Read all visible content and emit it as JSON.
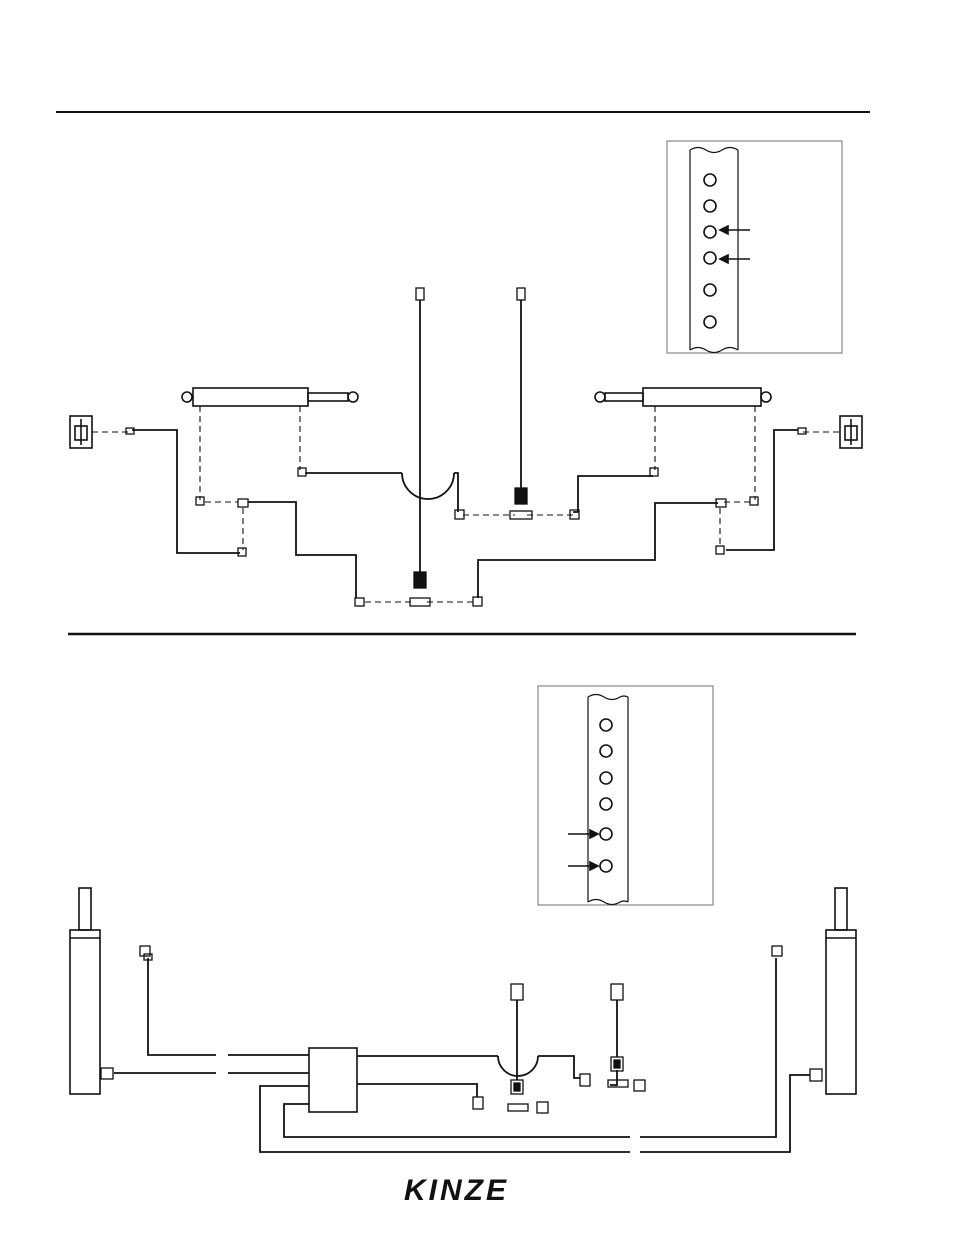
{
  "logo": {
    "name": "kinze-logo",
    "text": "KINZE"
  },
  "colors": {
    "ink": "#111111",
    "inset_border": "#888888",
    "paper": "#ffffff"
  },
  "diagrams": [
    {
      "name": "top-hydraulic-layout",
      "inset": {
        "holes": 6,
        "arrowed_holes": [
          3,
          4
        ]
      }
    },
    {
      "name": "bottom-hydraulic-layout",
      "inset": {
        "holes": 6,
        "arrowed_holes": [
          5,
          6
        ]
      }
    }
  ]
}
